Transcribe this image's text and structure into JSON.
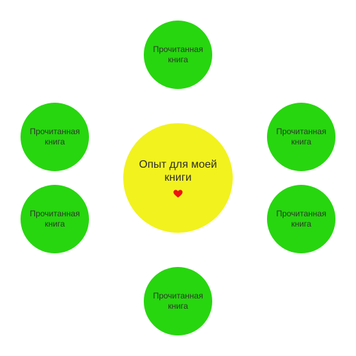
{
  "center": {
    "label": "Опыт для моей книги",
    "icon": "heart-icon",
    "color": "#f2f21e",
    "icon_color": "#ee1111"
  },
  "nodes": [
    {
      "label": "Прочитанная книга"
    },
    {
      "label": "Прочитанная книга"
    },
    {
      "label": "Прочитанная книга"
    },
    {
      "label": "Прочитанная книга"
    },
    {
      "label": "Прочитанная книга"
    },
    {
      "label": "Прочитанная книга"
    }
  ],
  "node_color": "#27d60f"
}
